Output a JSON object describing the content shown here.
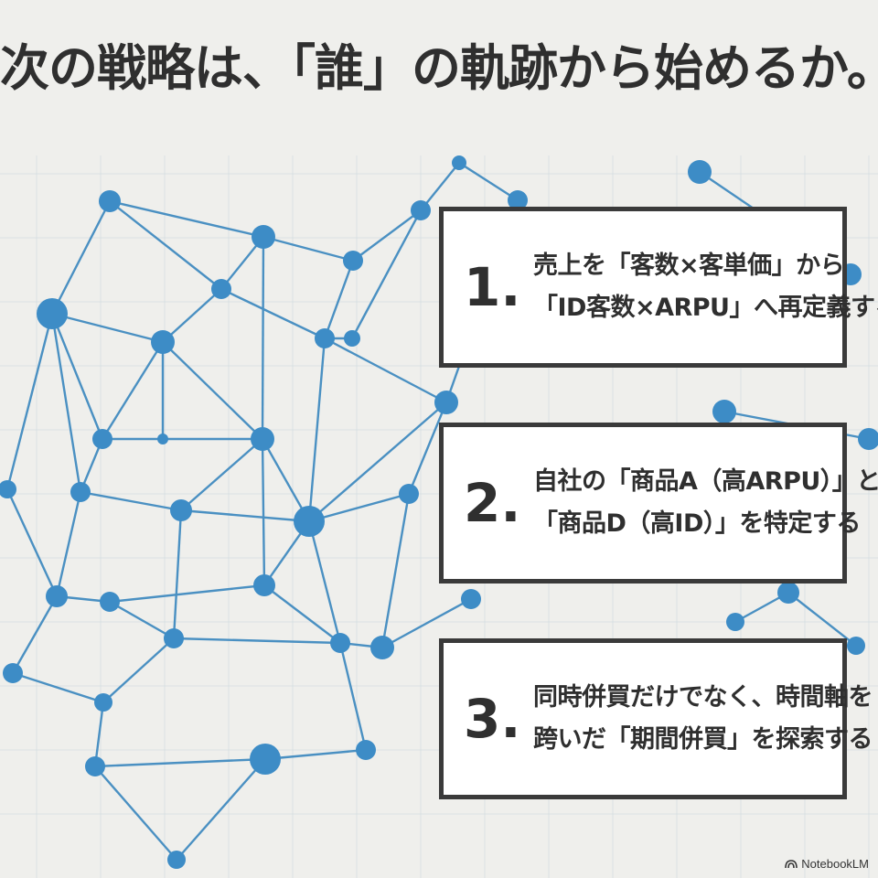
{
  "title": "次の戦略は、「誰」の軌跡から始めるか。",
  "steps": [
    {
      "number": "1.",
      "lines": [
        "売上を「客数×客単価」から",
        "「ID客数×ARPU」へ再定義する"
      ]
    },
    {
      "number": "2.",
      "lines": [
        "自社の「商品A（高ARPU）」と",
        "「商品D（高ID）」を特定する"
      ]
    },
    {
      "number": "3.",
      "lines": [
        "同時併買だけでなく、時間軸を",
        "跨いだ「期間併買」を探索する"
      ]
    }
  ],
  "watermark": {
    "label": "NotebookLM",
    "icon": "notebooklm-logo-icon"
  },
  "colors": {
    "background": "#efefec",
    "network_line": "#4a90c2",
    "network_node": "#3d8cc6",
    "grid_line": "#c8d6de",
    "text": "#2f2f2f",
    "card_border": "#3a3a3a"
  }
}
